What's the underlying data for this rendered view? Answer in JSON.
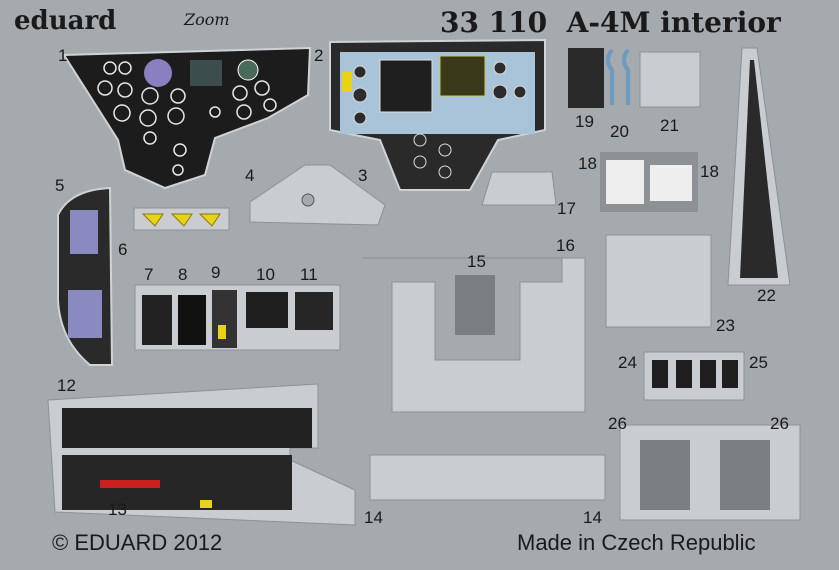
{
  "header": {
    "brand": "eduard",
    "zoom_logo": "Zoom",
    "set_number": "33 110",
    "set_title": "A-4M interior"
  },
  "footer": {
    "copyright": "© EDUARD 2012",
    "origin": "Made in Czech Republic"
  },
  "part_numbers": {
    "p1": "1",
    "p2": "2",
    "p3": "3",
    "p4": "4",
    "p5": "5",
    "p6": "6",
    "p7": "7",
    "p8": "8",
    "p9": "9",
    "p10": "10",
    "p11": "11",
    "p12": "12",
    "p13": "13",
    "p14a": "14",
    "p14b": "14",
    "p15": "15",
    "p16": "16",
    "p17": "17",
    "p18a": "18",
    "p18b": "18",
    "p19": "19",
    "p20": "20",
    "p21": "21",
    "p22": "22",
    "p23": "23",
    "p24": "24",
    "p25": "25",
    "p26a": "26",
    "p26b": "26"
  },
  "colors": {
    "fret": "#a5aaaf",
    "panel_black": "#1b1b1b",
    "panel_blue": "#a9c3d8",
    "frame_light": "#c9ccd0",
    "accent_yellow": "#e8d21a"
  }
}
